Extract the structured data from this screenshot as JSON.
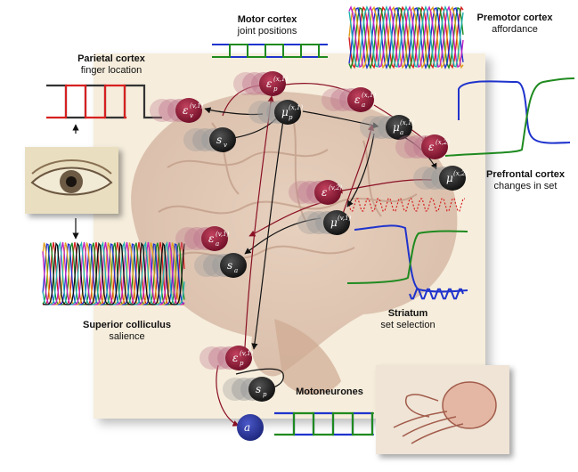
{
  "labels": {
    "motor_title": "Motor cortex",
    "motor_sub": "joint positions",
    "premotor_title": "Premotor cortex",
    "premotor_sub": "affordance",
    "parietal_title": "Parietal cortex",
    "parietal_sub": "finger location",
    "prefrontal_title": "Prefrontal cortex",
    "prefrontal_sub": "changes in set",
    "striatum_title": "Striatum",
    "striatum_sub": "set selection",
    "sc_title": "Superior colliculus",
    "sc_sub": "salience",
    "moto_title": "Motoneurones"
  },
  "nodes": {
    "eps_v1": {
      "base": "ε",
      "sup": "(v,1)",
      "sub": "v"
    },
    "s_v": {
      "base": "s",
      "sub": "v"
    },
    "eps_p_x1": {
      "base": "ε",
      "sup": "(x,1)",
      "sub": "p"
    },
    "mu_p_x1": {
      "base": "μ",
      "sup": "(x,1)",
      "sub": "p"
    },
    "eps_a_x1": {
      "base": "ε",
      "sup": "(x,1)",
      "sub": "a"
    },
    "mu_a_x1": {
      "base": "μ",
      "sup": "(x,1)",
      "sub": "a"
    },
    "eps_x2": {
      "base": "ε",
      "sup": "(x,2)"
    },
    "mu_x2": {
      "base": "μ",
      "sup": "(x,2)"
    },
    "eps_v2": {
      "base": "ε",
      "sup": "(v,2)"
    },
    "mu_v1": {
      "base": "μ",
      "sup": "(v,1)"
    },
    "eps_a_v1": {
      "base": "ε",
      "sup": "(v,1)",
      "sub": "a"
    },
    "s_a": {
      "base": "s",
      "sub": "a"
    },
    "eps_p_v1": {
      "base": "ε",
      "sup": "(v,1)",
      "sub": "p"
    },
    "s_p": {
      "base": "s",
      "sub": "p"
    },
    "action": {
      "base": "a"
    }
  },
  "colors": {
    "error_node": "#7a0f2b",
    "state_node": "#111111",
    "action_node": "#1f2a8c",
    "red_edge": "#8a1024",
    "black_edge": "#111111",
    "trace_green": "#1f8a1f",
    "trace_blue": "#1f33cc",
    "trace_red": "#d62020"
  }
}
